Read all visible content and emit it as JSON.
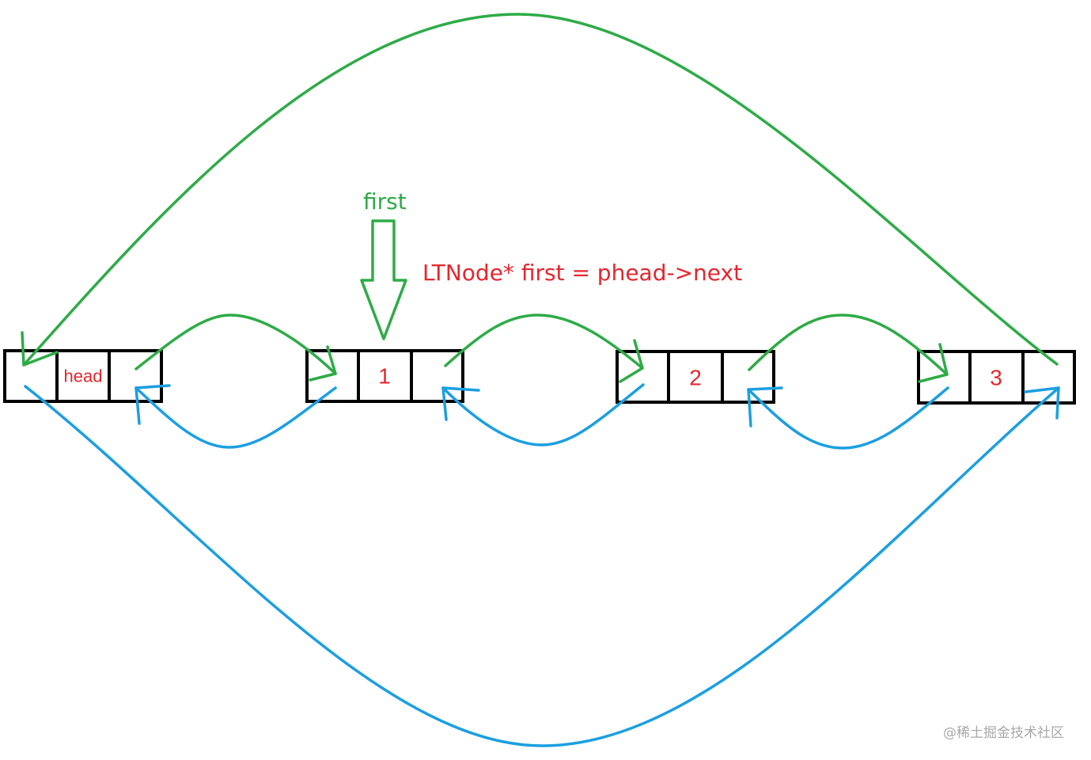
{
  "nodes": [
    {
      "id": "head",
      "label": "head"
    },
    {
      "id": "node1",
      "label": "1"
    },
    {
      "id": "node2",
      "label": "2"
    },
    {
      "id": "node3",
      "label": "3"
    }
  ],
  "pointer": {
    "label": "first",
    "code": "LTNode* first = phead->next"
  },
  "colors": {
    "next_link": "#2eab47",
    "prev_link": "#1b9fe0",
    "node_text": "#e5262d",
    "node_border": "#000000"
  },
  "watermark": "@稀土掘金技术社区"
}
